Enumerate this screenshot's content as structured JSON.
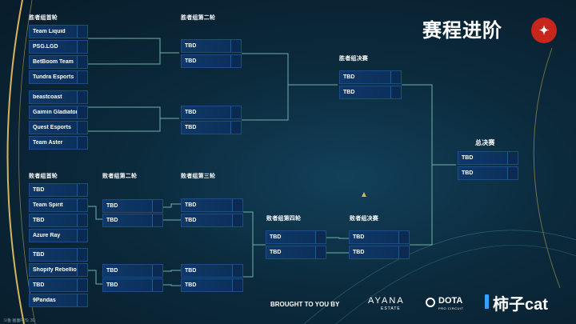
{
  "header": {
    "title": "赛程进阶",
    "logo_icon": "dota2-logo-icon"
  },
  "stages": {
    "ub_r1": "胜者组首轮",
    "ub_r2": "胜者组第二轮",
    "ub_final": "胜者组决赛",
    "grand_final": "总决赛",
    "lb_r1": "败者组首轮",
    "lb_r2": "败者组第二轮",
    "lb_r3": "败者组第三轮",
    "lb_r4": "败者组第四轮",
    "lb_final": "败者组决赛"
  },
  "ub_r1": [
    "Team Liquid",
    "PSG.LGD",
    "BetBoom Team",
    "Tundra Esports",
    "beastcoast",
    "Gaimin Gladiators",
    "Quest Esports",
    "Team Aster"
  ],
  "ub_r2": [
    "TBD",
    "TBD",
    "TBD",
    "TBD"
  ],
  "ub_final": [
    "TBD",
    "TBD"
  ],
  "grand_final": [
    "TBD",
    "TBD"
  ],
  "lb_r1": [
    "TBD",
    "Team Spirit",
    "TBD",
    "Azure Ray",
    "TBD",
    "Shopify Rebellion",
    "TBD",
    "9Pandas"
  ],
  "lb_r2": [
    "TBD",
    "TBD",
    "TBD",
    "TBD"
  ],
  "lb_r3": [
    "TBD",
    "TBD",
    "TBD",
    "TBD"
  ],
  "lb_r4": [
    "TBD",
    "TBD"
  ],
  "lb_final": [
    "TBD",
    "TBD"
  ],
  "footer": {
    "brought": "BROUGHT TO YOU BY",
    "ayana": "AYANA",
    "ayana_sub": "ESTATE",
    "dota": "DOTA",
    "dota_sub": "PRO CIRCUIT",
    "watermark": "柿子cat"
  },
  "fps_label": "斗鱼 画面FPS: 30",
  "colors": {
    "accent_gold": "#d8b45a",
    "row_blue": "#0f3868",
    "line": "#6fb2a6",
    "dota_red": "#c8261c"
  }
}
